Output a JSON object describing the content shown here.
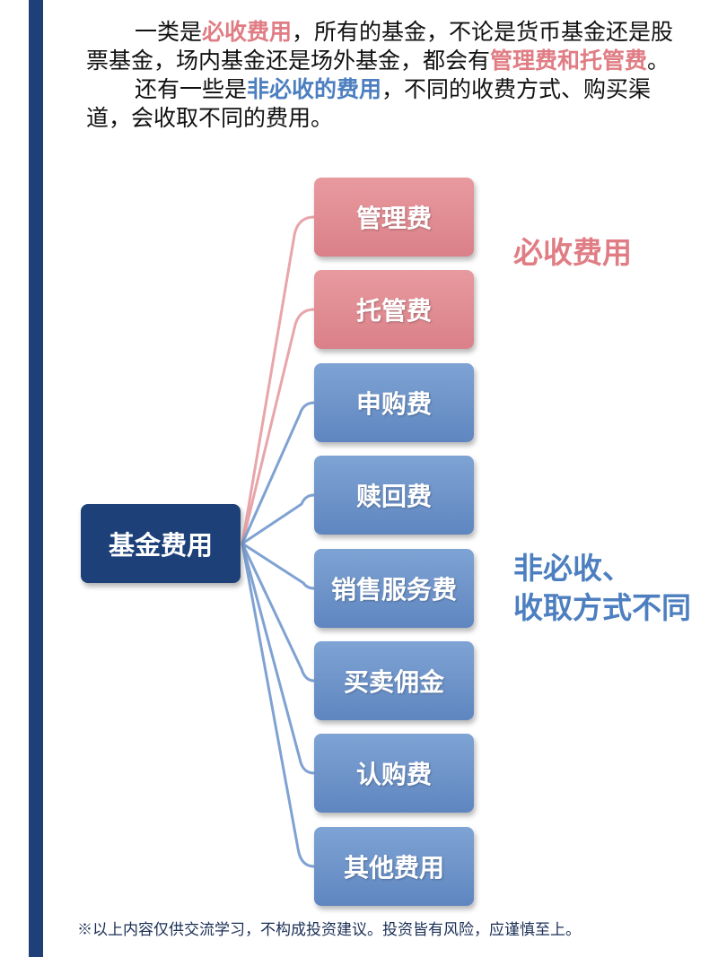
{
  "intro": {
    "p1_a": "一类是",
    "p1_hl1": "必收费用",
    "p1_b": "，所有的基金，不论是货币基金还是股票基金，场内基金还是场外基金，都会有",
    "p1_hl2": "管理费和托管费",
    "p1_c": "。",
    "p2_a": "还有一些是",
    "p2_hl": "非必收的费用",
    "p2_b": "，不同的收费方式、购买渠道，会收取不同的费用。"
  },
  "diagram": {
    "root": "基金费用",
    "mandatory_fees": [
      "管理费",
      "托管费"
    ],
    "optional_fees": [
      "申购费",
      "赎回费",
      "销售服务费",
      "买卖佣金",
      "认购费",
      "其他费用"
    ],
    "mandatory_label": "必收费用",
    "optional_label_line1": "非必收、",
    "optional_label_line2": "收取方式不同"
  },
  "colors": {
    "mandatory": "#e07d84",
    "optional": "#4d7fc0",
    "root": "#1d4079",
    "sidebar": "#1f3f78"
  },
  "disclaimer": "※以上内容仅供交流学习，不构成投资建议。投资皆有风险，应谨慎至上。"
}
